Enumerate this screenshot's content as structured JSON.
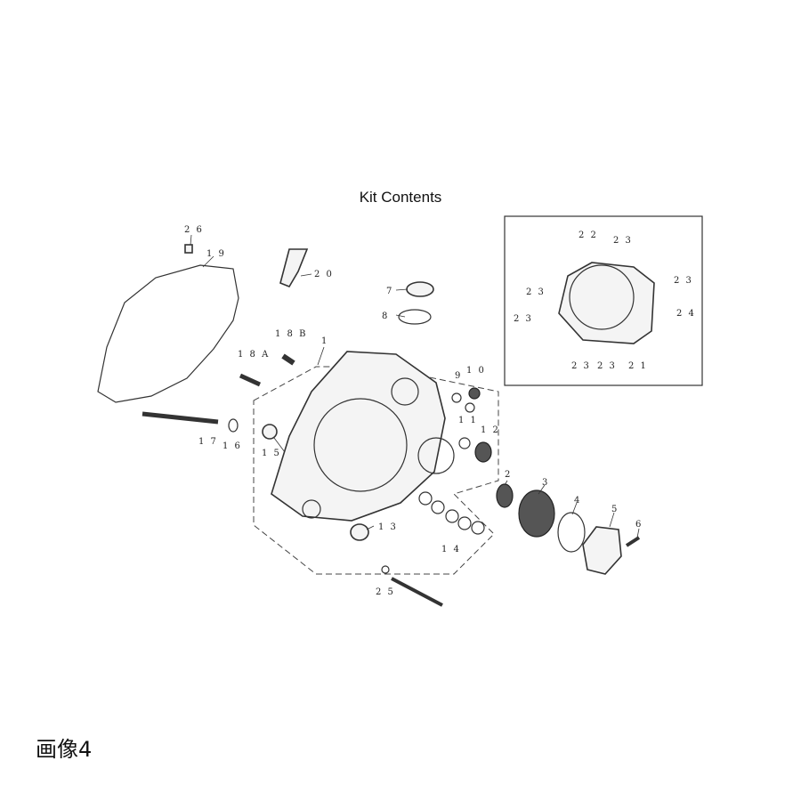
{
  "title": "Kit Contents",
  "caption": "画像4",
  "labels": [
    "1",
    "2",
    "3",
    "4",
    "5",
    "6",
    "7",
    "8",
    "9",
    "1 0",
    "1 1",
    "1 2",
    "1 3",
    "1 4",
    "1 5",
    "1 6",
    "1 7",
    "1 8 A",
    "1 8 B",
    "1 9",
    "2 0",
    "2 1",
    "2 2",
    "2 3",
    "2 4",
    "2 5",
    "2 6"
  ]
}
